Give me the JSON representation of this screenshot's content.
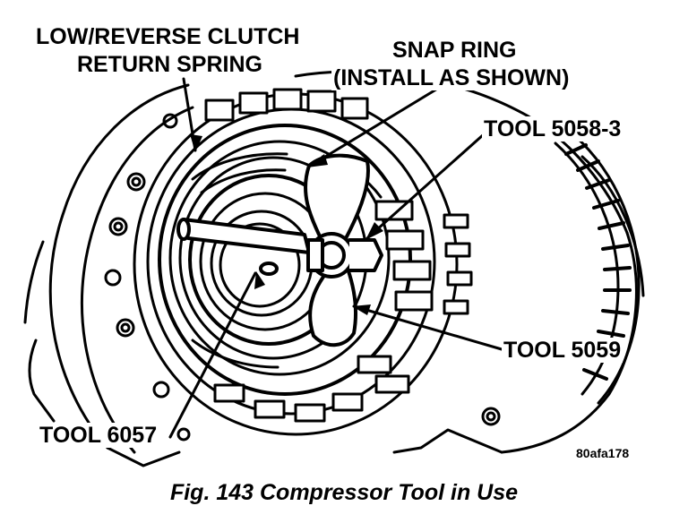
{
  "labels": {
    "return_spring_line1": "LOW/REVERSE CLUTCH",
    "return_spring_line2": "RETURN SPRING",
    "snap_ring_line1": "SNAP RING",
    "snap_ring_line2": "(INSTALL AS SHOWN)",
    "tool_5058_3": "TOOL 5058-3",
    "tool_5059": "TOOL 5059",
    "tool_6057": "TOOL 6057"
  },
  "figure_code": "80afa178",
  "caption": "Fig. 143 Compressor Tool in Use"
}
